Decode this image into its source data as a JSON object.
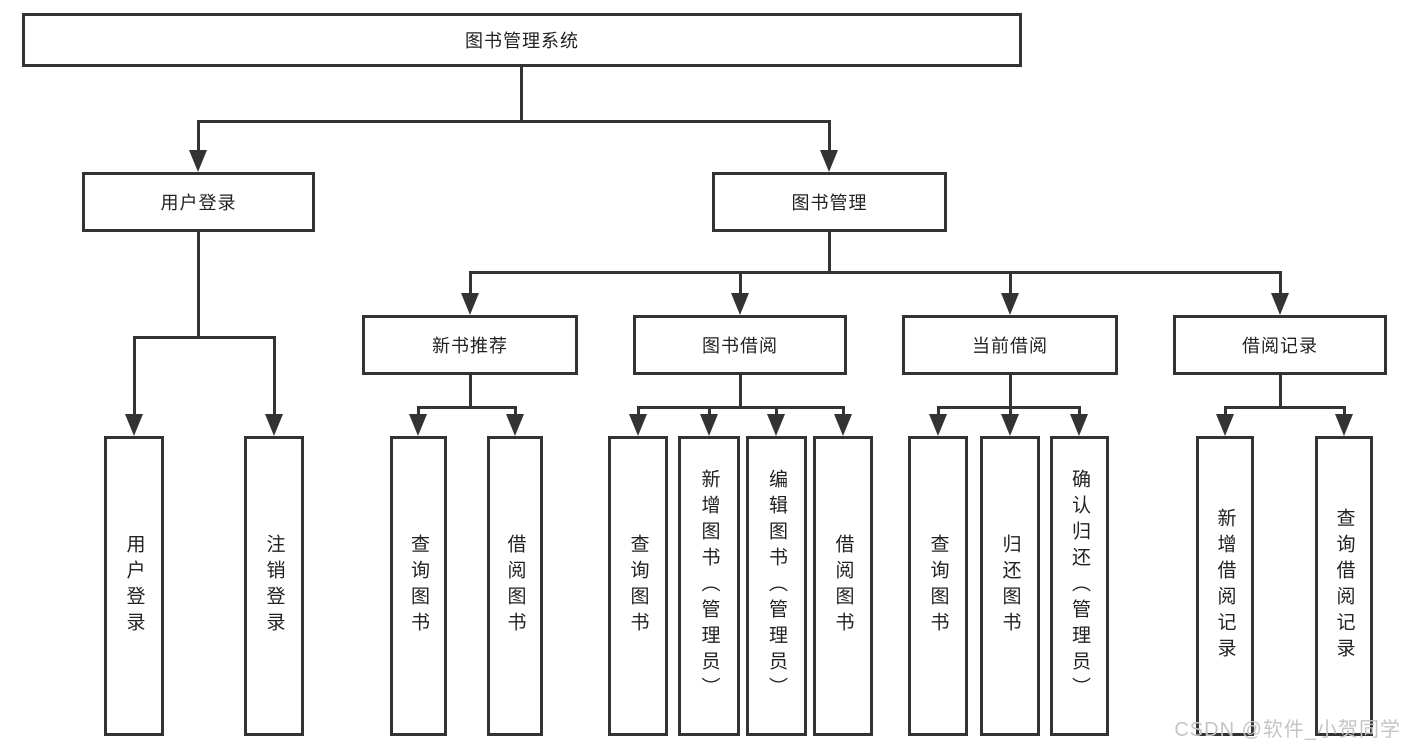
{
  "tree": {
    "root": {
      "label": "图书管理系统",
      "children": [
        {
          "label": "用户登录",
          "children": [
            {
              "label": "用户登录"
            },
            {
              "label": "注销登录"
            }
          ]
        },
        {
          "label": "图书管理",
          "children": [
            {
              "label": "新书推荐",
              "children": [
                {
                  "label": "查询图书"
                },
                {
                  "label": "借阅图书"
                }
              ]
            },
            {
              "label": "图书借阅",
              "children": [
                {
                  "label": "查询图书"
                },
                {
                  "label": "新增图书（管理员）"
                },
                {
                  "label": "编辑图书（管理员）"
                },
                {
                  "label": "借阅图书"
                }
              ]
            },
            {
              "label": "当前借阅",
              "children": [
                {
                  "label": "查询图书"
                },
                {
                  "label": "归还图书"
                },
                {
                  "label": "确认归还（管理员）"
                }
              ]
            },
            {
              "label": "借阅记录",
              "children": [
                {
                  "label": "新增借阅记录"
                },
                {
                  "label": "查询借阅记录"
                }
              ]
            }
          ]
        }
      ]
    }
  },
  "watermark": "CSDN @软件_小贺同学",
  "colors": {
    "line": "#333333",
    "box_border": "#333333",
    "box_fill": "#ffffff",
    "text": "#222222",
    "background": "#ffffff",
    "watermark": "#c5c5c5"
  }
}
